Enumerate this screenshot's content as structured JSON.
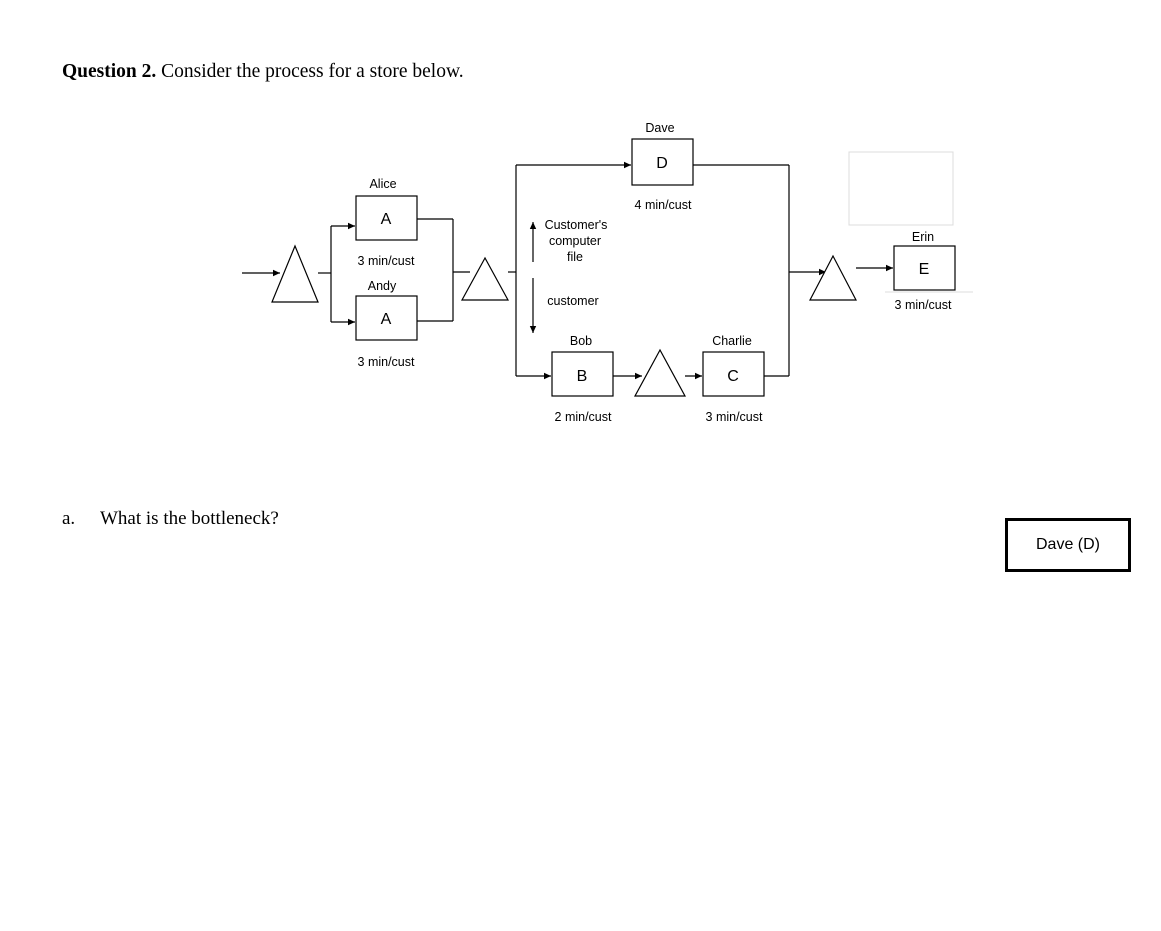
{
  "question": {
    "number_label": "Question 2.",
    "text": " Consider the process for a store below."
  },
  "diagram": {
    "workers": {
      "alice": {
        "name": "Alice",
        "letter": "A",
        "rate": "3 min/cust"
      },
      "andy": {
        "name": "Andy",
        "letter": "A",
        "rate": "3 min/cust"
      },
      "dave": {
        "name": "Dave",
        "letter": "D",
        "rate": "4 min/cust"
      },
      "bob": {
        "name": "Bob",
        "letter": "B",
        "rate": "2 min/cust"
      },
      "charlie": {
        "name": "Charlie",
        "letter": "C",
        "rate": "3 min/cust"
      },
      "erin": {
        "name": "Erin",
        "letter": "E",
        "rate": "3 min/cust"
      }
    },
    "flow_labels": {
      "file_line1": "Customer's",
      "file_line2": "computer",
      "file_line3": "file",
      "customer": "customer"
    }
  },
  "part_a": {
    "letter": "a.",
    "question": "What is the bottleneck?",
    "answer": "Dave (D)"
  }
}
